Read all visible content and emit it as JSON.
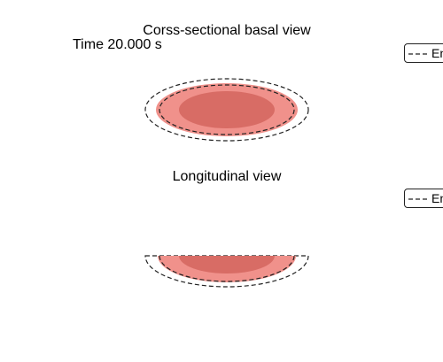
{
  "figure": {
    "panel_top_title": "Corss-sectional basal view",
    "panel_bottom_title": "Longitudinal view",
    "time_label": "Time 20.000 s"
  },
  "legend": {
    "top_label": "En",
    "bottom_label": "En"
  },
  "colors": {
    "outer_fill": "#f0918b",
    "inner_fill": "#d86c65",
    "dash_stroke": "#222222"
  }
}
